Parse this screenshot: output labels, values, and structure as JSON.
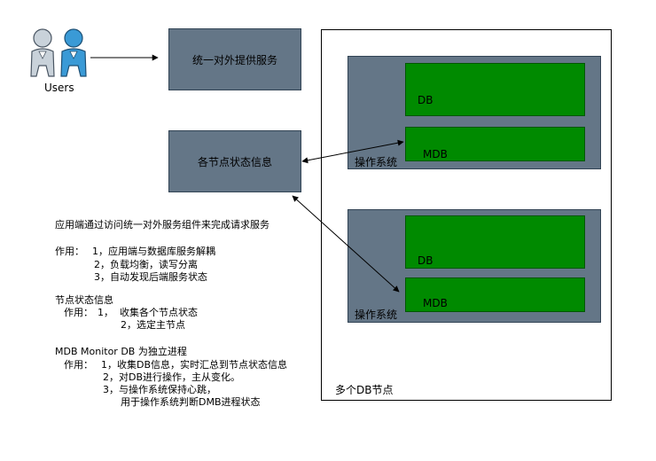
{
  "users_label": "Users",
  "service_box": "统一对外提供服务",
  "status_box": "各节点状态信息",
  "multi_db_label": "多个DB节点",
  "nodes": [
    {
      "os_label": "操作系统",
      "db_label": "DB",
      "mdb_label": "MDB"
    },
    {
      "os_label": "操作系统",
      "db_label": "DB",
      "mdb_label": "MDB"
    }
  ],
  "notes": {
    "intro": "应用端通过访问统一对外服务组件来完成请求服务",
    "role_title": "作用：",
    "roles": [
      "1，应用端与数据库服务解耦",
      "2，负载均衡，读写分离",
      "3，自动发现后端服务状态"
    ],
    "status_title": "节点状态信息",
    "status_role_title": "作用：",
    "status_roles": [
      "1，  收集各个节点状态",
      "2，选定主节点"
    ],
    "mdb_title": "MDB Monitor DB 为独立进程",
    "mdb_role_title": "作用：",
    "mdb_roles": [
      "1，收集DB信息，实时汇总到节点状态信息",
      "2，对DB进行操作，主从变化。",
      "3，与操作系统保持心跳，",
      "用于操作系统判断DMB进程状态"
    ]
  },
  "colors": {
    "slate": "#647687",
    "green": "#008a00",
    "user_light": "#b6c8d8",
    "user_blue": "#2c89c8"
  }
}
